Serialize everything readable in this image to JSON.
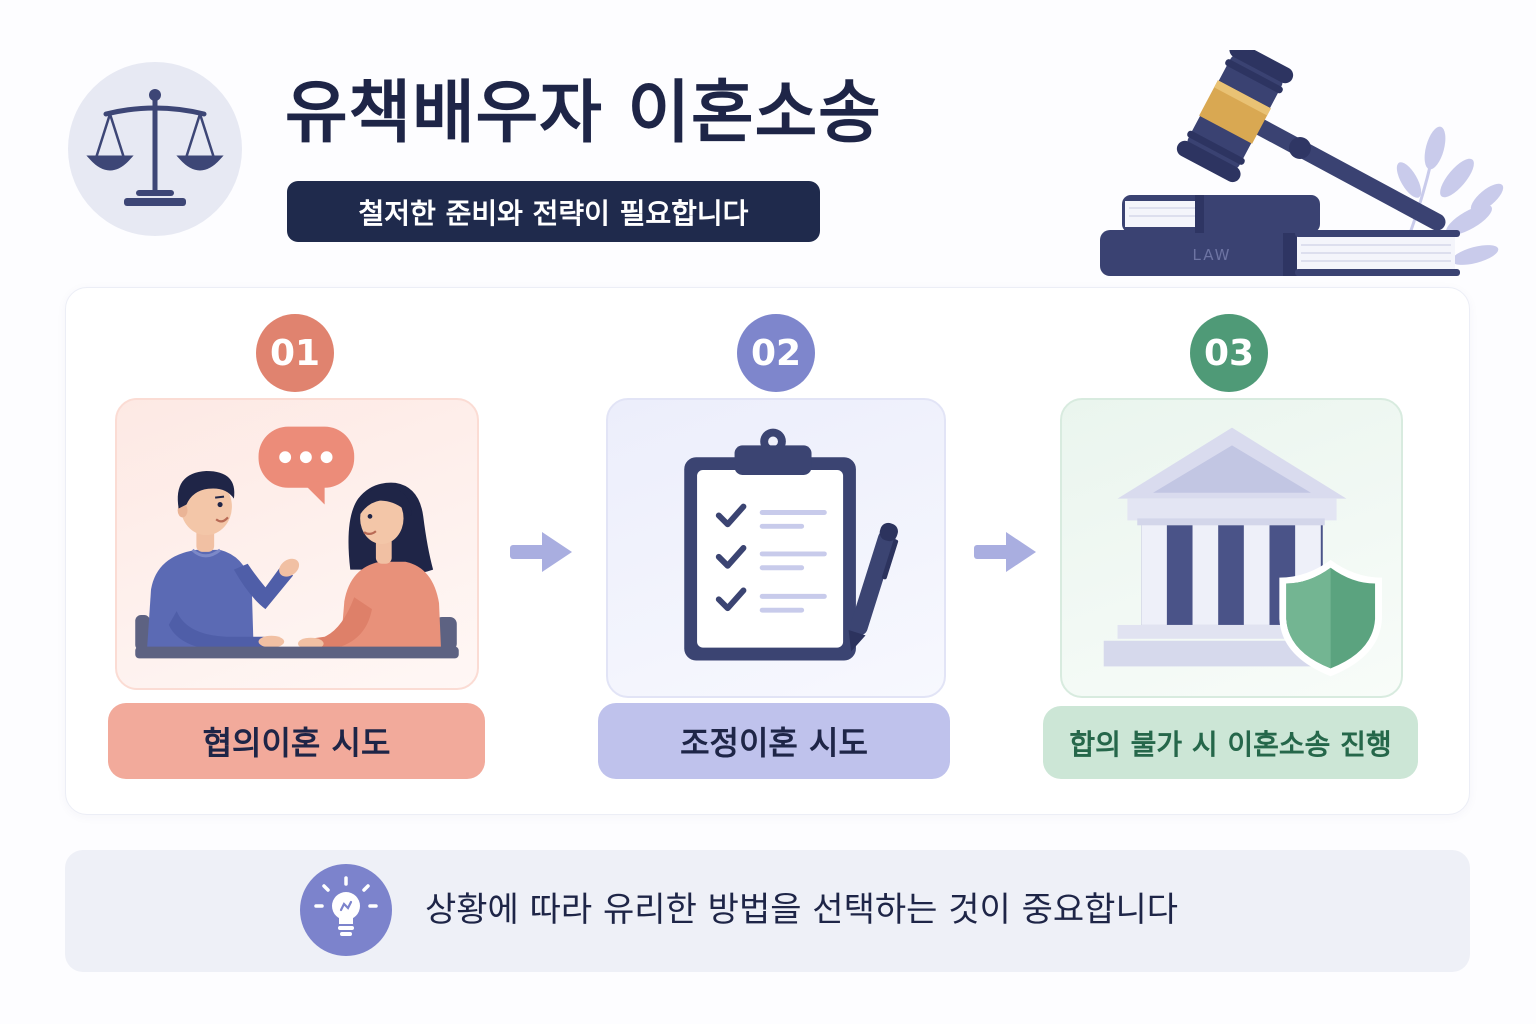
{
  "header": {
    "logo_icon": "scales-of-justice-icon",
    "title": "유책배우자 이혼소송",
    "subtitle": "철저한 준비와 전략이 필요합니다",
    "illustration_icons": [
      "gavel-icon",
      "law-books-icon",
      "leaf-branch-icon"
    ],
    "book_label": "LAW"
  },
  "steps": [
    {
      "number": "01",
      "label": "협의이혼 시도",
      "icon": "couple-conversation-icon",
      "badge_color": "#e0836f",
      "label_bg": "#f2aa9b",
      "label_color": "#1e2547"
    },
    {
      "number": "02",
      "label": "조정이혼 시도",
      "icon": "clipboard-checklist-icon",
      "badge_color": "#7e86cc",
      "label_bg": "#bfc2ec",
      "label_color": "#1e2547"
    },
    {
      "number": "03",
      "label": "합의 불가 시 이혼소송 진행",
      "icon": "courthouse-shield-icon",
      "badge_color": "#4f9a77",
      "label_bg": "#cce6d6",
      "label_color": "#25674a"
    }
  ],
  "flow_arrow_icon": "arrow-right-icon",
  "note": {
    "icon": "lightbulb-icon",
    "text": "상황에 따라 유리한 방법을 선택하는 것이 중요합니다"
  },
  "colors": {
    "navy": "#1f2a4c",
    "title": "#1e2547",
    "accent": "#7c83cc"
  }
}
